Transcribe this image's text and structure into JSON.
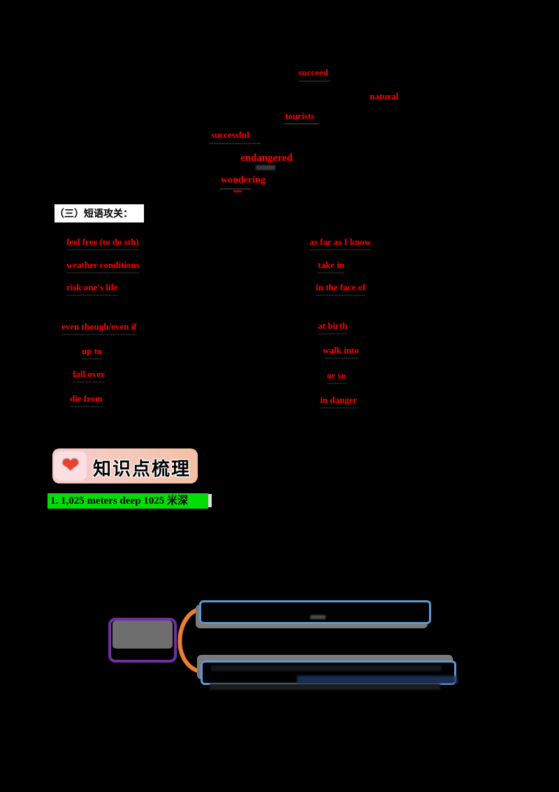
{
  "document": {
    "section_header": "（三）短语攻关：",
    "vocab_words": [
      "succeed",
      "natural",
      "tourists",
      "successful",
      "endangered",
      "wondering"
    ],
    "phrases": {
      "left": [
        "feel free (to do sth)",
        "weather conditions",
        "risk one's life",
        "even though/even if",
        "up to",
        "fall over",
        "die from"
      ],
      "right": [
        "as far as I know",
        "take in",
        "in the face of",
        "at birth",
        "walk into",
        "or so",
        "in danger"
      ]
    },
    "knowledge_section": {
      "badge_label": "知识点梳理",
      "icon": "heart-icon"
    },
    "highlight_item": {
      "text": "1.  1,025  meters deep 1025  米深"
    }
  },
  "colors": {
    "background": "#000000",
    "accent_red": "#FF0000",
    "highlight_green": "#00DD07",
    "badge_pink": "#F7CCD2",
    "badge_peach": "#F3C0A4",
    "heart_red": "#E8432E",
    "diagram_purple": "#7030A0",
    "diagram_blue": "#5B9BD5",
    "diagram_orange": "#ED7D31",
    "shadow_gray": "#7A7A7A"
  }
}
